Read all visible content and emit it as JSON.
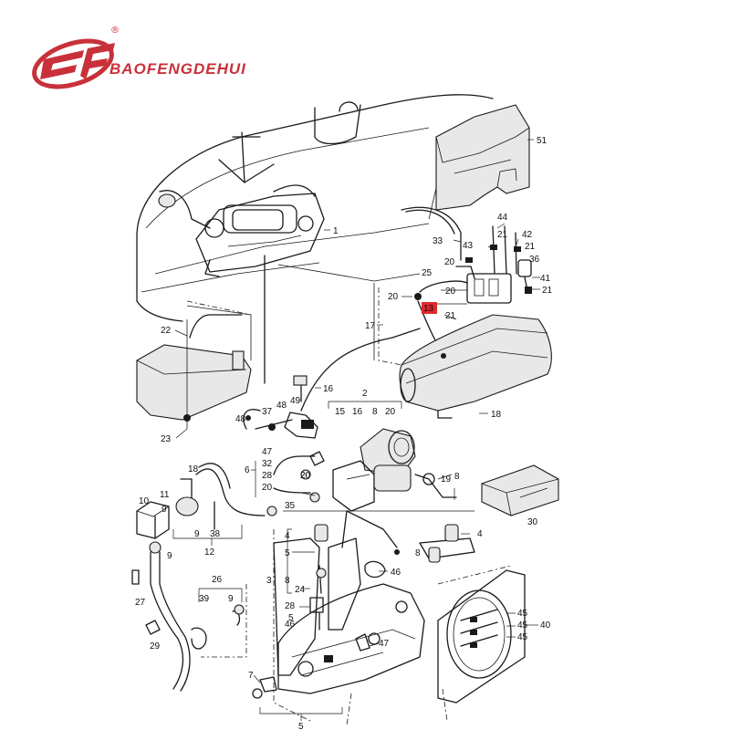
{
  "brand": {
    "name": "BAOFENGDEHUI",
    "registered": "®",
    "logo_color": "#c8313a"
  },
  "highlight_color": "#e0282e",
  "callouts": [
    {
      "id": "c1",
      "text": "1"
    },
    {
      "id": "c51",
      "text": "51"
    },
    {
      "id": "c44",
      "text": "44"
    },
    {
      "id": "c42",
      "text": "42"
    },
    {
      "id": "c33",
      "text": "33"
    },
    {
      "id": "c43",
      "text": "43"
    },
    {
      "id": "c21a",
      "text": "21"
    },
    {
      "id": "c21b",
      "text": "21"
    },
    {
      "id": "c20a",
      "text": "20"
    },
    {
      "id": "c36",
      "text": "36"
    },
    {
      "id": "c25",
      "text": "25"
    },
    {
      "id": "c41",
      "text": "41"
    },
    {
      "id": "c20b",
      "text": "20"
    },
    {
      "id": "c20c",
      "text": "20"
    },
    {
      "id": "c13",
      "text": "13",
      "highlight": true
    },
    {
      "id": "c21c",
      "text": "21"
    },
    {
      "id": "c21d",
      "text": "21"
    },
    {
      "id": "c17",
      "text": "17"
    },
    {
      "id": "c22",
      "text": "22"
    },
    {
      "id": "c16a",
      "text": "16"
    },
    {
      "id": "c2",
      "text": "2"
    },
    {
      "id": "c15",
      "text": "15"
    },
    {
      "id": "c16b",
      "text": "16"
    },
    {
      "id": "c8a",
      "text": "8"
    },
    {
      "id": "c20d",
      "text": "20"
    },
    {
      "id": "c37",
      "text": "37"
    },
    {
      "id": "c48a",
      "text": "48"
    },
    {
      "id": "c49",
      "text": "49"
    },
    {
      "id": "c48b",
      "text": "48"
    },
    {
      "id": "c18",
      "text": "18"
    },
    {
      "id": "c23",
      "text": "23"
    },
    {
      "id": "c47a",
      "text": "47"
    },
    {
      "id": "c32",
      "text": "32"
    },
    {
      "id": "c6",
      "text": "6"
    },
    {
      "id": "c28a",
      "text": "28"
    },
    {
      "id": "c20e",
      "text": "20"
    },
    {
      "id": "c20f",
      "text": "20"
    },
    {
      "id": "c35",
      "text": "35"
    },
    {
      "id": "c19",
      "text": "19"
    },
    {
      "id": "c8b",
      "text": "8"
    },
    {
      "id": "c30",
      "text": "30"
    },
    {
      "id": "c18b",
      "text": "18"
    },
    {
      "id": "c10",
      "text": "10"
    },
    {
      "id": "c11",
      "text": "11"
    },
    {
      "id": "c9a",
      "text": "9"
    },
    {
      "id": "c9b",
      "text": "9"
    },
    {
      "id": "c9c",
      "text": "9"
    },
    {
      "id": "c38",
      "text": "38"
    },
    {
      "id": "c12",
      "text": "12"
    },
    {
      "id": "c4a",
      "text": "4"
    },
    {
      "id": "c5a",
      "text": "5"
    },
    {
      "id": "c3",
      "text": "3"
    },
    {
      "id": "c8c",
      "text": "8"
    },
    {
      "id": "c4b",
      "text": "4"
    },
    {
      "id": "c8d",
      "text": "8"
    },
    {
      "id": "c46a",
      "text": "46"
    },
    {
      "id": "c24",
      "text": "24"
    },
    {
      "id": "c28b",
      "text": "28"
    },
    {
      "id": "c5b",
      "text": "5"
    },
    {
      "id": "c46b",
      "text": "46"
    },
    {
      "id": "c47b",
      "text": "47"
    },
    {
      "id": "c27",
      "text": "27"
    },
    {
      "id": "c26",
      "text": "26"
    },
    {
      "id": "c39",
      "text": "39"
    },
    {
      "id": "c9d",
      "text": "9"
    },
    {
      "id": "c29",
      "text": "29"
    },
    {
      "id": "c45a",
      "text": "45"
    },
    {
      "id": "c45b",
      "text": "45"
    },
    {
      "id": "c45c",
      "text": "45"
    },
    {
      "id": "c40",
      "text": "40"
    },
    {
      "id": "c7",
      "text": "7"
    },
    {
      "id": "c5c",
      "text": "5"
    }
  ]
}
